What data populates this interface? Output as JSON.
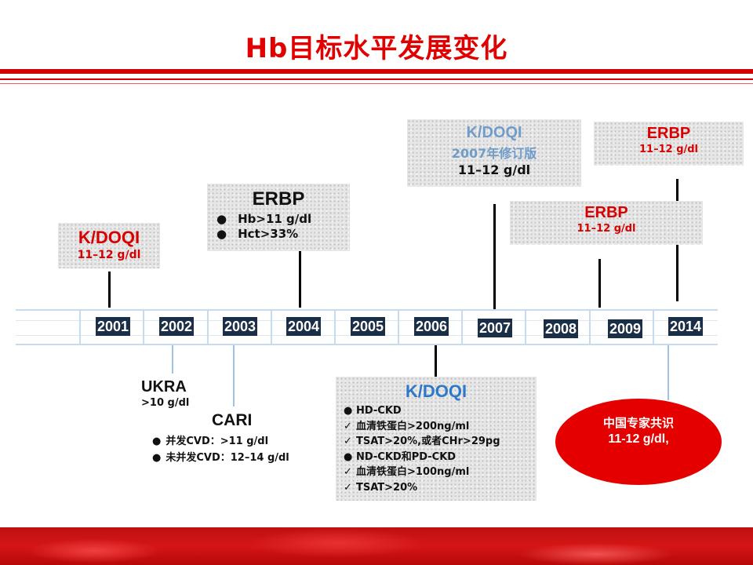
{
  "title": "Hb目标水平发展变化",
  "years": [
    "2001",
    "2002",
    "2003",
    "2004",
    "2005",
    "2006",
    "2007",
    "2008",
    "2009",
    "2014"
  ],
  "kdoqi2001": {
    "name": "K/DOQI",
    "value": "11–12 g/dl"
  },
  "erbp2004": {
    "name": "ERBP",
    "items": [
      "Hb>11 g/dl",
      "Hct>33%"
    ]
  },
  "kdoqi2007": {
    "name": "K/DOQI",
    "sub": "2007年修订版",
    "value": "11–12 g/dl"
  },
  "erbp2008": {
    "name": "ERBP",
    "value": "11–12 g/dl"
  },
  "erbp2014": {
    "name": "ERBP",
    "value": "11–12 g/dl"
  },
  "ukra": {
    "name": "UKRA",
    "value": ">10 g/dl"
  },
  "cari": {
    "name": "CARI",
    "items": [
      "并发CVD：>11 g/dl",
      "未并发CVD：12–14 g/dl"
    ]
  },
  "kdoqi2006": {
    "name": "K/DOQI",
    "items": [
      {
        "mark": "●",
        "text": "HD-CKD"
      },
      {
        "mark": "✓",
        "text": "血清铁蛋白>200ng/ml"
      },
      {
        "mark": "✓",
        "text": "TSAT>20%,或者CHr>29pg"
      },
      {
        "mark": "●",
        "text": "ND-CKD和PD-CKD"
      },
      {
        "mark": "✓",
        "text": "血清铁蛋白>100ng/ml"
      },
      {
        "mark": "✓",
        "text": "TSAT>20%"
      }
    ]
  },
  "china": {
    "line1": "中国专家共识",
    "line2": "11-12 g/dl,"
  },
  "colors": {
    "accent": "#e00000",
    "year_bg": "#1b2e48",
    "kdoqi_blue": "#2e78c8",
    "band": "#c6dbef"
  }
}
